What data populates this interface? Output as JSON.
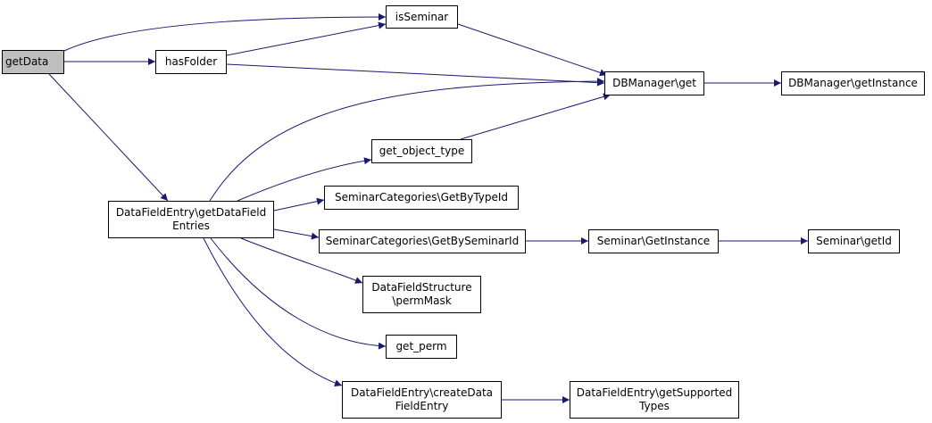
{
  "colors": {
    "edge": "#191970",
    "root_fill": "#bfbfbf",
    "node_fill": "#ffffff",
    "node_border": "#000000"
  },
  "nodes": {
    "getData": [
      "getData"
    ],
    "hasFolder": [
      "hasFolder"
    ],
    "isSeminar": [
      "isSeminar"
    ],
    "dbmanager_get": [
      "DBManager\\get"
    ],
    "dbmanager_getinstance": [
      "DBManager\\getInstance"
    ],
    "get_object_type": [
      "get_object_type"
    ],
    "getDataFieldEntries": [
      "DataFieldEntry\\getDataField",
      "Entries"
    ],
    "getByTypeId": [
      "SeminarCategories\\GetByTypeId"
    ],
    "getBySeminarId": [
      "SeminarCategories\\GetBySeminarId"
    ],
    "seminar_getInstance": [
      "Seminar\\GetInstance"
    ],
    "seminar_getId": [
      "Seminar\\getId"
    ],
    "permMask": [
      "DataFieldStructure",
      "\\permMask"
    ],
    "get_perm": [
      "get_perm"
    ],
    "createDataFieldEntry": [
      "DataFieldEntry\\createData",
      "FieldEntry"
    ],
    "getSupportedTypes": [
      "DataFieldEntry\\getSupported",
      "Types"
    ]
  },
  "edges": [
    [
      "getData",
      "isSeminar"
    ],
    [
      "getData",
      "hasFolder"
    ],
    [
      "getData",
      "getDataFieldEntries"
    ],
    [
      "hasFolder",
      "isSeminar"
    ],
    [
      "hasFolder",
      "dbmanager_get"
    ],
    [
      "isSeminar",
      "dbmanager_get"
    ],
    [
      "dbmanager_get",
      "dbmanager_getinstance"
    ],
    [
      "getDataFieldEntries",
      "dbmanager_get"
    ],
    [
      "getDataFieldEntries",
      "get_object_type"
    ],
    [
      "getDataFieldEntries",
      "getByTypeId"
    ],
    [
      "getDataFieldEntries",
      "getBySeminarId"
    ],
    [
      "getDataFieldEntries",
      "permMask"
    ],
    [
      "getDataFieldEntries",
      "get_perm"
    ],
    [
      "getDataFieldEntries",
      "createDataFieldEntry"
    ],
    [
      "get_object_type",
      "dbmanager_get"
    ],
    [
      "getBySeminarId",
      "seminar_getInstance"
    ],
    [
      "seminar_getInstance",
      "seminar_getId"
    ],
    [
      "createDataFieldEntry",
      "getSupportedTypes"
    ]
  ]
}
